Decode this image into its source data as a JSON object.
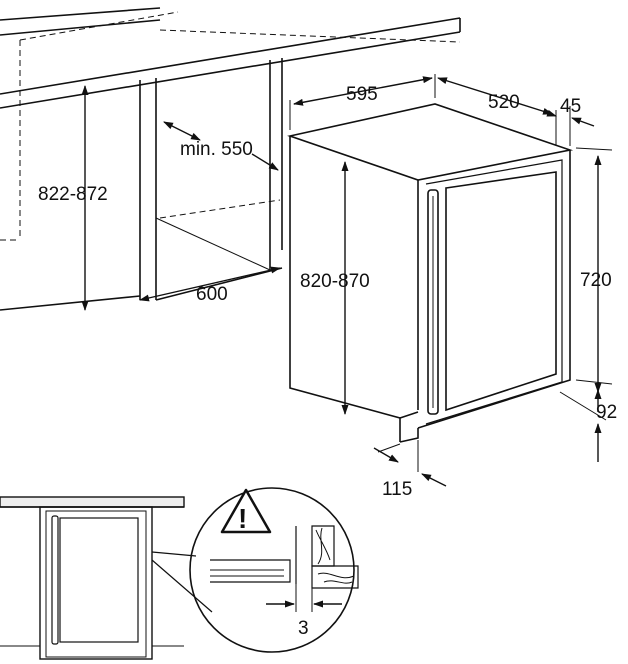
{
  "dimensions": {
    "cutout_height": "822-872",
    "min_width": "min. 550",
    "cutout_depth": "600",
    "appliance_width": "595",
    "appliance_depth": "520",
    "door_offset": "45",
    "appliance_height": "820-870",
    "door_height": "720",
    "plinth_height": "92",
    "plinth_depth": "115",
    "door_gap": "3"
  },
  "warning": {
    "symbol": "!",
    "icon": "warning-triangle-icon"
  },
  "colors": {
    "line": "#111111",
    "counter_band": "#eeeeee"
  }
}
